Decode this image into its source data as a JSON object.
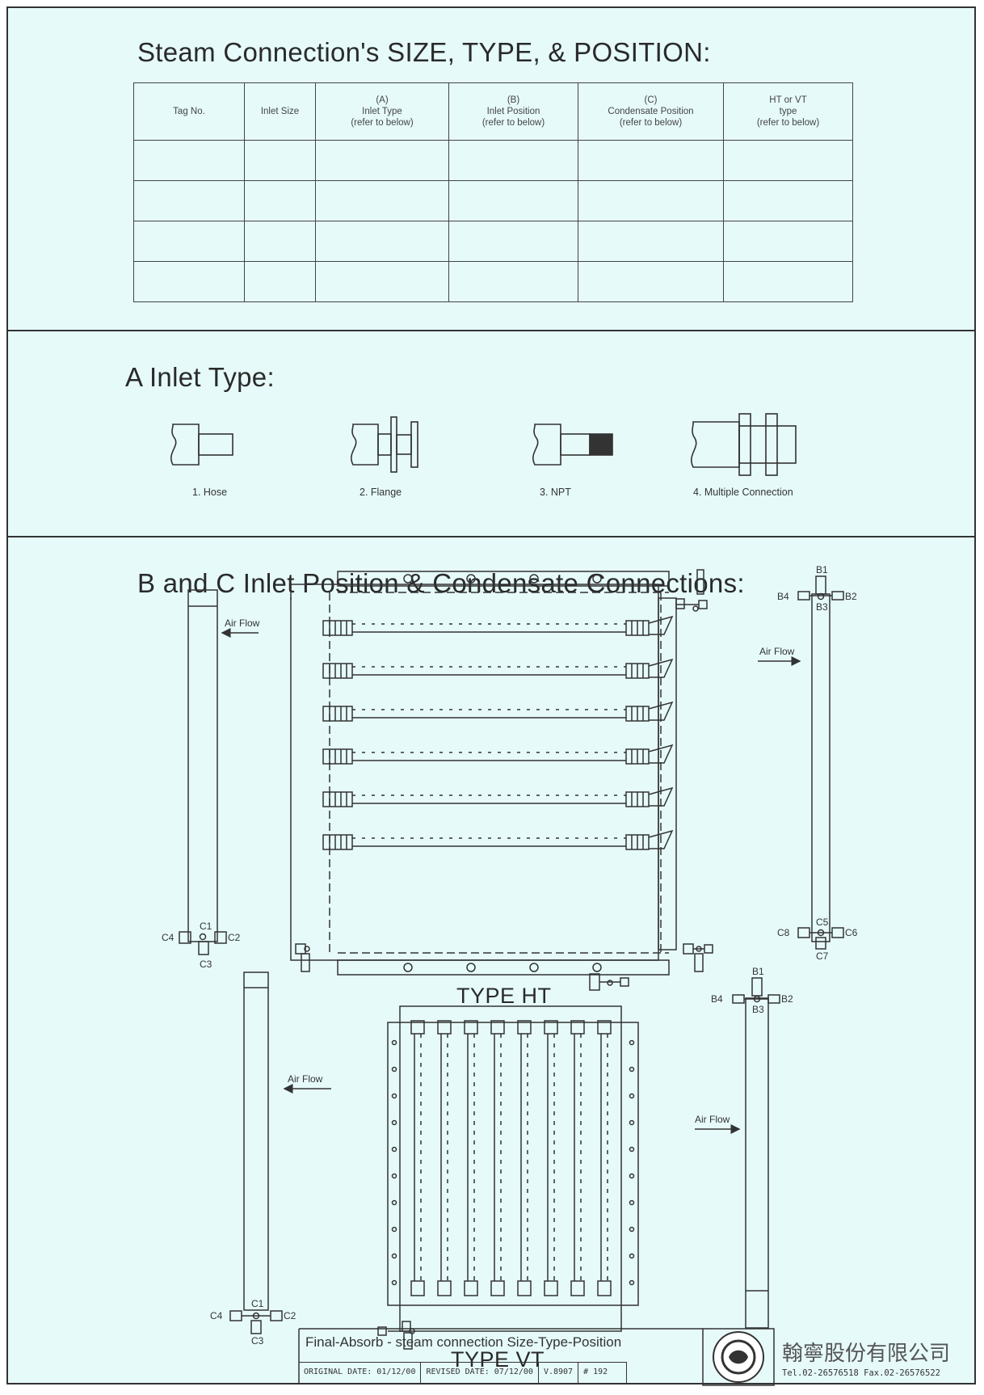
{
  "section1": {
    "heading": "Steam Connection's SIZE, TYPE, & POSITION:",
    "columns": [
      {
        "lines": [
          "Tag No."
        ]
      },
      {
        "lines": [
          "Inlet Size"
        ]
      },
      {
        "lines": [
          "(A)",
          "Inlet Type",
          "(refer to below)"
        ]
      },
      {
        "lines": [
          "(B)",
          "Inlet  Position",
          "(refer to below)"
        ]
      },
      {
        "lines": [
          "(C)",
          "Condensate Position",
          "(refer to below)"
        ]
      },
      {
        "lines": [
          "HT or VT",
          "type",
          "(refer to below)"
        ]
      }
    ],
    "rows": [
      [
        "",
        "",
        "",
        "",
        "",
        ""
      ],
      [
        "",
        "",
        "",
        "",
        "",
        ""
      ],
      [
        "",
        "",
        "",
        "",
        "",
        ""
      ],
      [
        "",
        "",
        "",
        "",
        "",
        ""
      ]
    ]
  },
  "section2": {
    "heading": "A Inlet Type:",
    "types": [
      "1. Hose",
      "2. Flange",
      "3. NPT",
      "4. Multiple Connection"
    ]
  },
  "section3": {
    "heading": "B and C  Inlet Position & Condensate Connections:",
    "air_flow": "Air Flow",
    "ht_label": "TYPE  HT",
    "vt_label": "TYPE  VT",
    "b_labels": [
      "B1",
      "B2",
      "B3",
      "B4"
    ],
    "c_labels": [
      "C1",
      "C2",
      "C3",
      "C4"
    ],
    "c_labels_ht_right": [
      "C5",
      "C6",
      "C7",
      "C8"
    ]
  },
  "title_block": {
    "title": "Final-Absorb - steam connection Size-Type-Position",
    "original_date": "ORIGINAL DATE: 01/12/00",
    "revised_date": "REVISED DATE: 07/12/00",
    "version": "V.8907",
    "number": "# 192",
    "company": "翰寧股份有限公司",
    "contact": "Tel.02-26576518  Fax.02-26576522"
  },
  "colors": {
    "background": "#e6fafa",
    "ink": "#333333"
  }
}
